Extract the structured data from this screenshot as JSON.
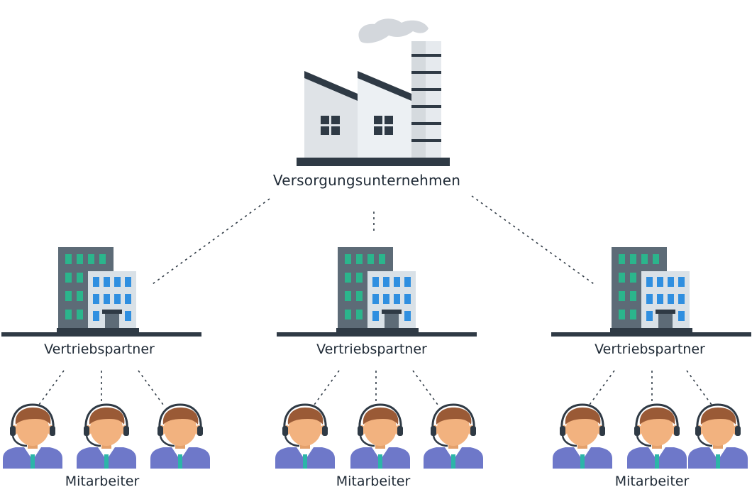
{
  "diagram": {
    "top_node": {
      "label": "Versorgungsunternehmen",
      "icon": "factory-icon"
    },
    "partners": [
      {
        "label": "Vertriebspartner",
        "icon": "office-building-icon",
        "employees_label": "Mitarbeiter",
        "employee_count": 3
      },
      {
        "label": "Vertriebspartner",
        "icon": "office-building-icon",
        "employees_label": "Mitarbeiter",
        "employee_count": 3
      },
      {
        "label": "Vertriebspartner",
        "icon": "office-building-icon",
        "employees_label": "Mitarbeiter",
        "employee_count": 3
      }
    ],
    "employee_icon": "headset-agent-icon",
    "connector_style": "dotted"
  },
  "colors": {
    "dark": "#2f3a45",
    "factory_light": "#dfe3e7",
    "factory_mid": "#ecf0f3",
    "building_dark": "#5d6b77",
    "building_light": "#d9e1e7",
    "window_green": "#2bb58c",
    "window_blue": "#2f8fe0",
    "smoke": "#d3d7dc",
    "skin": "#f2b27f",
    "hair": "#9a5a36",
    "shirt": "#6e78c9",
    "tie": "#2cb5a8"
  }
}
